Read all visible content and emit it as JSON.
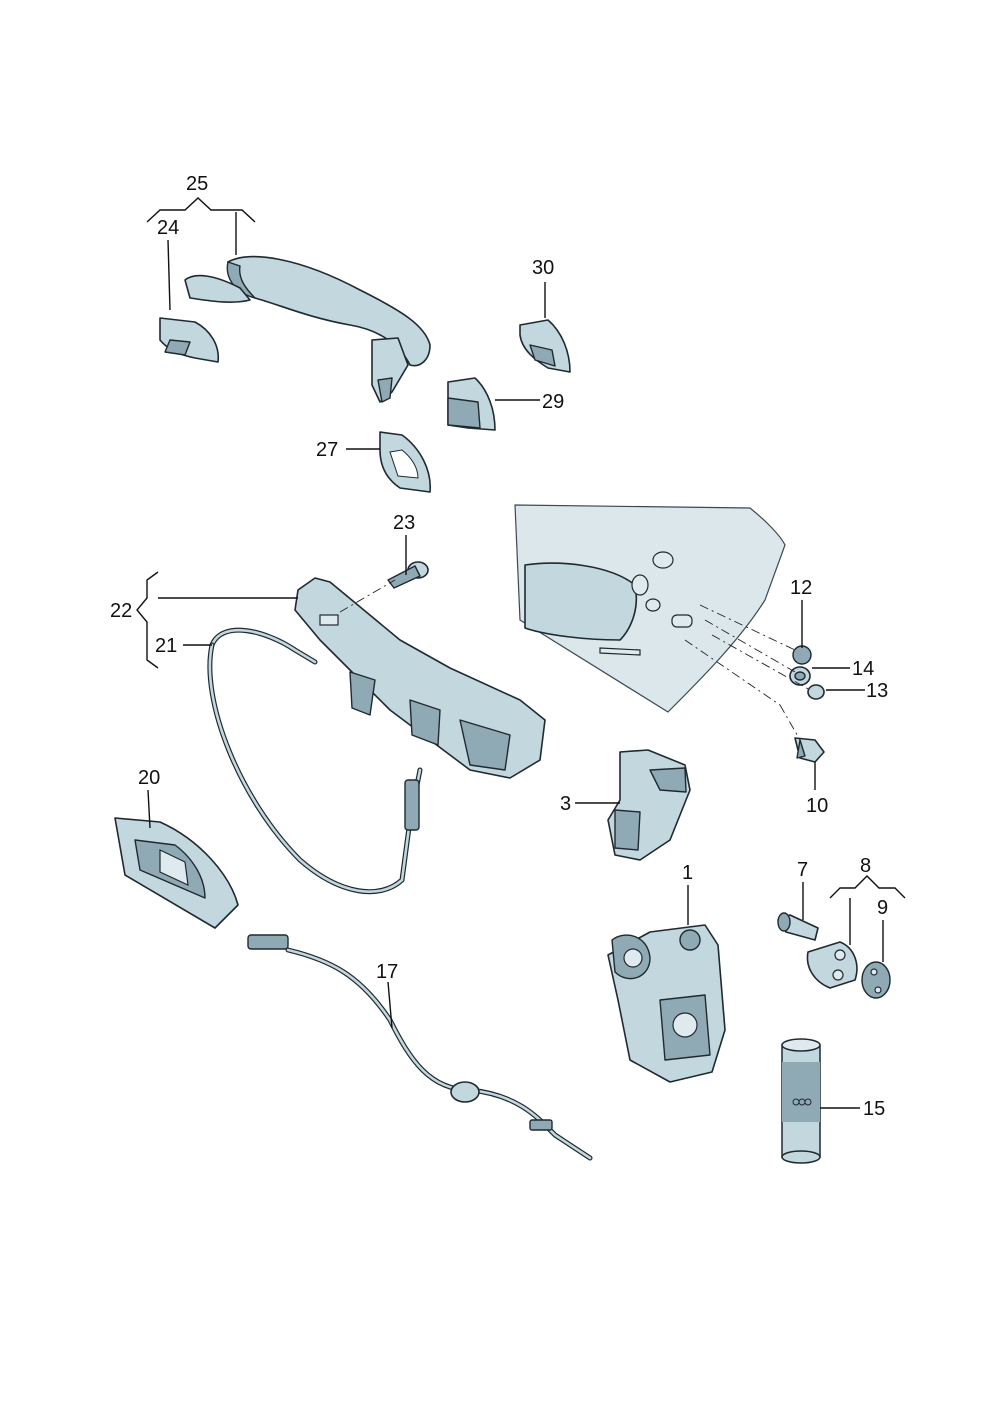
{
  "callouts": {
    "c1": "1",
    "c3": "3",
    "c7": "7",
    "c8": "8",
    "c9": "9",
    "c10": "10",
    "c12": "12",
    "c13": "13",
    "c14": "14",
    "c15": "15",
    "c17": "17",
    "c20": "20",
    "c21": "21",
    "c22": "22",
    "c23": "23",
    "c24": "24",
    "c25": "25",
    "c27": "27",
    "c29": "29",
    "c30": "30"
  },
  "colors": {
    "part": "#c3d7df",
    "part_shadow": "#8fa9b5",
    "outline": "#1f2a30"
  }
}
